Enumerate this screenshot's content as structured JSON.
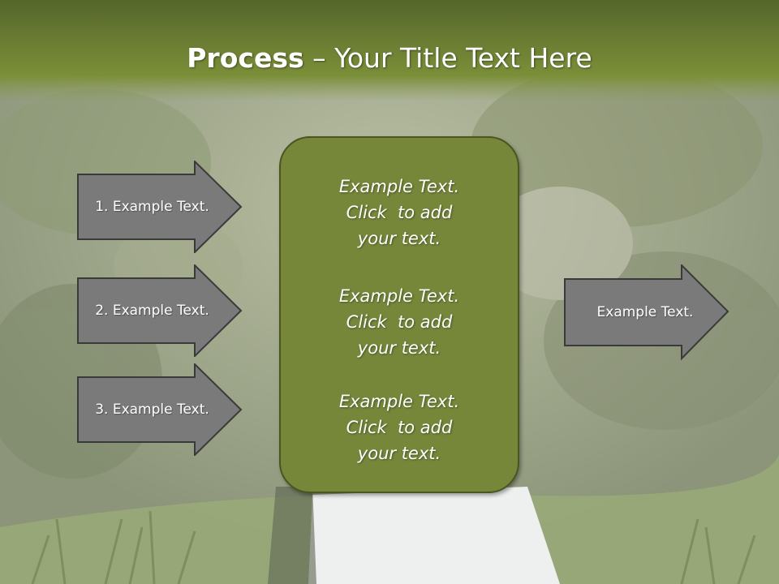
{
  "title": {
    "bold": "Process",
    "rest": " – Your Title Text Here"
  },
  "left_steps": [
    {
      "label": "1. Example Text."
    },
    {
      "label": "2. Example Text."
    },
    {
      "label": "3. Example Text."
    }
  ],
  "center_blocks": [
    {
      "lines": [
        "Example Text.",
        "Click  to add",
        "your text."
      ]
    },
    {
      "lines": [
        "Example Text.",
        "Click  to add",
        "your text."
      ]
    },
    {
      "lines": [
        "Example Text.",
        "Click  to add",
        "your text."
      ]
    }
  ],
  "right_step": {
    "label": "Example Text."
  },
  "colors": {
    "header": "#6b7d2f",
    "center_box": "#76873a",
    "arrow_fill": "#7a7a7a",
    "arrow_stroke": "#3a3a3a"
  }
}
